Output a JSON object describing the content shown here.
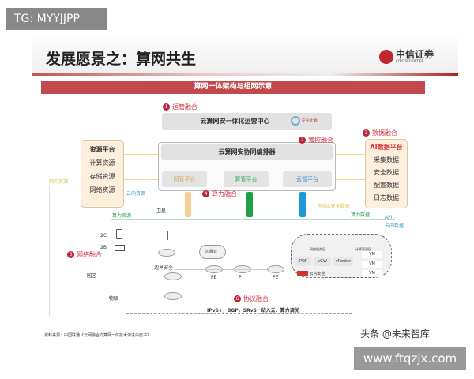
{
  "watermark_top": "TG: MYYJJPP",
  "slide": {
    "title": "发展愿景之：算网共生",
    "logo_cn": "中信证券",
    "logo_en": "CITIC SECURITIES",
    "header": "算网一体架构与组网示意",
    "sections": [
      {
        "num": "1",
        "label": "运管融合"
      },
      {
        "num": "2",
        "label": "管控融合"
      },
      {
        "num": "3",
        "label": "数据融合"
      },
      {
        "num": "4",
        "label": "算力融合"
      },
      {
        "num": "5",
        "label": "网络融合"
      },
      {
        "num": "6",
        "label": "协议融合"
      }
    ],
    "ops_center": "云算网安一体化运营中心",
    "security_brain": "安全大脑",
    "orchestrator": "云算网安协同编排器",
    "platforms": [
      "网管平台",
      "算管平台",
      "云管平台"
    ],
    "resource_platform": {
      "title": "资源平台",
      "items": [
        "计算资源",
        "存储资源",
        "网络资源",
        "..."
      ]
    },
    "ai_platform": {
      "title": "AI数据平台",
      "items": [
        "采集数据",
        "安全数据",
        "配置数据",
        "日志数据",
        "..."
      ]
    },
    "flow_labels": {
      "in_network": "网内资源",
      "in_cloud": "云内资源",
      "compute_res": "算力资源",
      "satellite": "卫星",
      "net_sec_data": "网络&安全数据",
      "compute_data": "算力数据",
      "api": "API",
      "cloud_data": "云内数据"
    },
    "access": {
      "to_c": "2C",
      "to_b": "2B",
      "campus": "园区",
      "iot": "物联",
      "border_security": "边界安全"
    },
    "network": {
      "edge_cloud": "边缘云",
      "pe1": "PE",
      "p": "P",
      "pe2": "PE"
    },
    "cloud": {
      "net_zone": "网络服务区",
      "compute_zone": "计算资源区",
      "pop": "POP",
      "vgw": "vGW",
      "vrouter": "vRouter",
      "vm": [
        "VM",
        "VM",
        "VM"
      ],
      "cloud_security": "云内安全"
    },
    "protocol": "IPv6+，BGP，SRv6一站入云，算力调优",
    "source": "资料来源：中国联通《云网融合向算网一体技术演进白皮书》"
  },
  "watermark_toutiao": "头条 @未来智库",
  "watermark_url": "www.ftqzjx.com"
}
